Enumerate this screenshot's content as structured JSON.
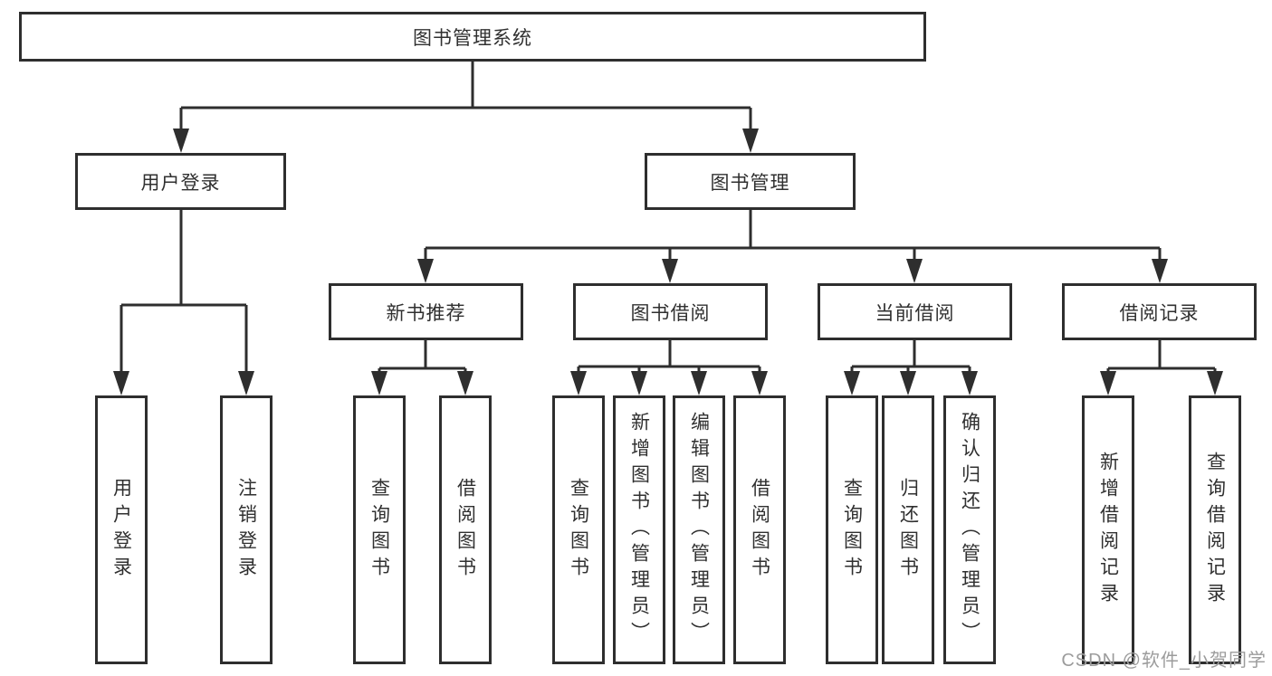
{
  "tree": {
    "root": "图书管理系统",
    "children": [
      {
        "label": "用户登录",
        "children": [
          {
            "label": "用户登录"
          },
          {
            "label": "注销登录"
          }
        ]
      },
      {
        "label": "图书管理",
        "children": [
          {
            "label": "新书推荐",
            "children": [
              {
                "label": "查询图书"
              },
              {
                "label": "借阅图书"
              }
            ]
          },
          {
            "label": "图书借阅",
            "children": [
              {
                "label": "查询图书"
              },
              {
                "label": "新增图书（管理员）"
              },
              {
                "label": "编辑图书（管理员）"
              },
              {
                "label": "借阅图书"
              }
            ]
          },
          {
            "label": "当前借阅",
            "children": [
              {
                "label": "查询图书"
              },
              {
                "label": "归还图书"
              },
              {
                "label": "确认归还（管理员）"
              }
            ]
          },
          {
            "label": "借阅记录",
            "children": [
              {
                "label": "新增借阅记录"
              },
              {
                "label": "查询借阅记录"
              }
            ]
          }
        ]
      }
    ]
  },
  "watermark": {
    "text": "CSDN @软件_小贺同学"
  },
  "colors": {
    "line": "#2e2e2e",
    "text": "#303030",
    "background": "#ffffff",
    "watermark": "#9c9c9c"
  }
}
